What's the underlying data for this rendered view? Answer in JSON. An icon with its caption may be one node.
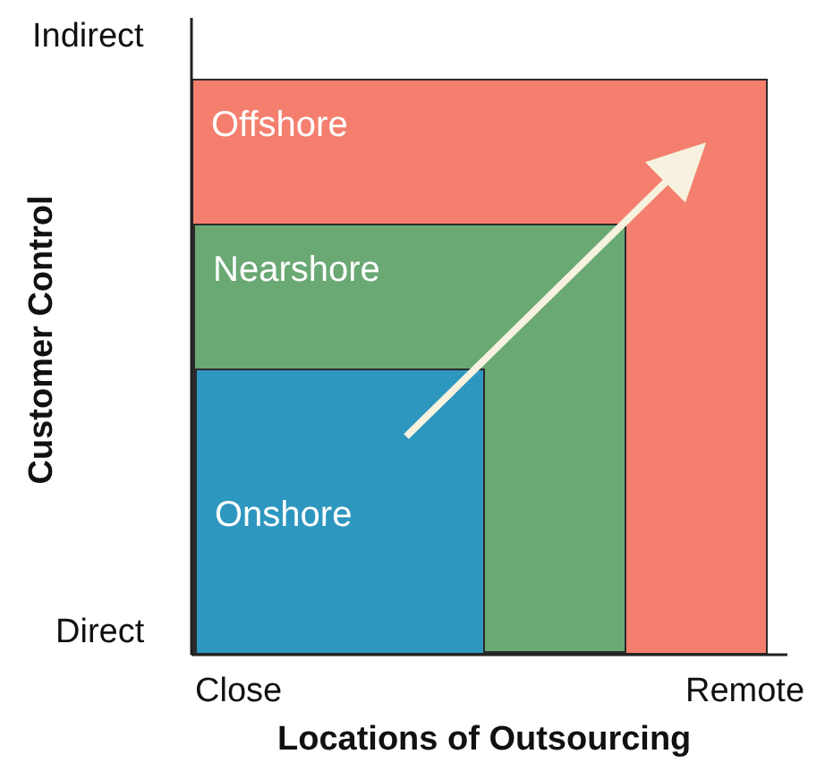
{
  "diagram": {
    "nodes": [
      {
        "text": [
          "Offshore"
        ]
      },
      {
        "text": [
          "Nearshore"
        ],
        "in": 0
      },
      {
        "text": [
          "Onshore"
        ],
        "in": 1
      }
    ],
    "labels": [
      "Indirect",
      "Customer Control",
      "Direct",
      "Close",
      "Remote",
      "Locations of Outsourcing"
    ]
  }
}
